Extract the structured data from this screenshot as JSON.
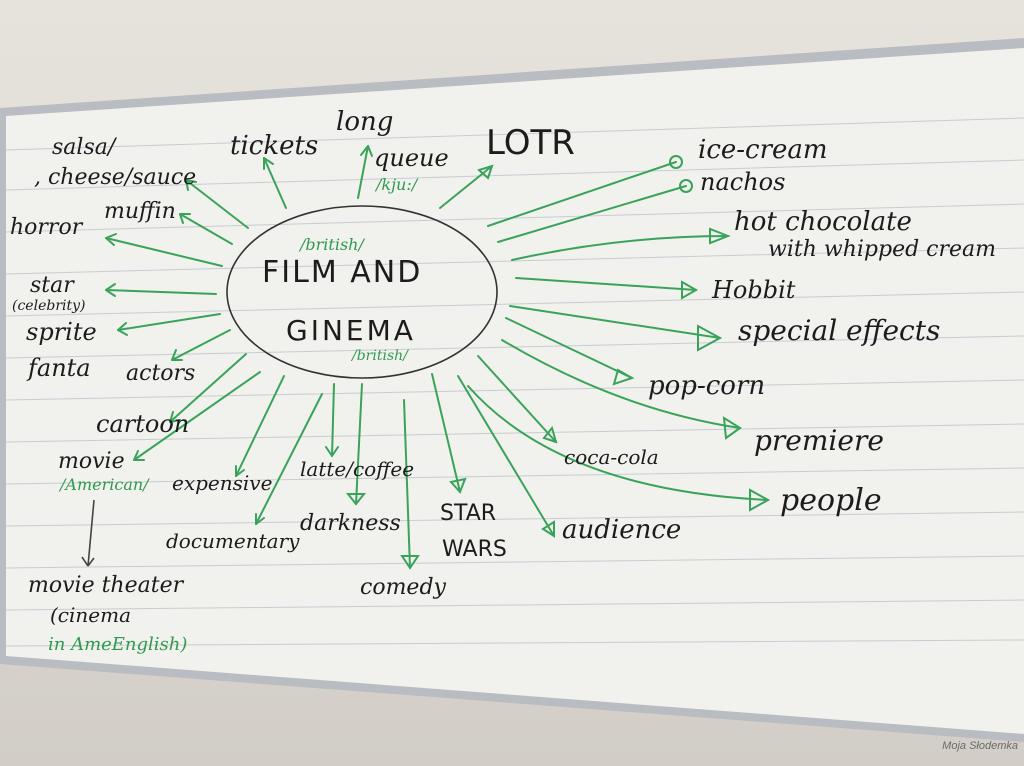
{
  "center": {
    "line1": "FILM AND",
    "line2": "GINEMA",
    "note_top": "/british/",
    "note_bottom": "/british/"
  },
  "left": {
    "salsa1": "salsa/",
    "salsa2": ", cheese/sauce",
    "muffin": "muffin",
    "horror": "horror",
    "star": "star",
    "celebrity": "(celebrity)",
    "sprite": "sprite",
    "fanta": "fanta",
    "actors": "actors",
    "cartoon": "cartoon",
    "movie": "movie",
    "american": "/American/",
    "movie_theater": "movie theater",
    "cinema": "(cinema",
    "in_ame": "in AmeEnglish)"
  },
  "top": {
    "tickets": "tickets",
    "long": "long",
    "queue": "queue",
    "queue_ipa": "/kju:/",
    "lotr": "LOTR"
  },
  "bottom": {
    "expensive": "expensive",
    "documentary": "documentary",
    "latte": "latte/coffee",
    "darkness": "darkness",
    "comedy": "comedy",
    "star_wars_1": "STAR",
    "star_wars_2": "WARS"
  },
  "right": {
    "ice_cream": "ice-cream",
    "nachos": "nachos",
    "hot_chocolate": "hot chocolate",
    "whipped": "with whipped cream",
    "hobbit": "Hobbit",
    "special_effects": "special effects",
    "pop_corn": "pop-corn",
    "premiere": "premiere",
    "coca_cola": "coca-cola",
    "people": "people",
    "audience": "audience"
  },
  "watermark": "Moja Słodemka",
  "colors": {
    "ink": "#1c1c1c",
    "marker_green": "#2f9a4e",
    "board": "#f1f1ee"
  }
}
